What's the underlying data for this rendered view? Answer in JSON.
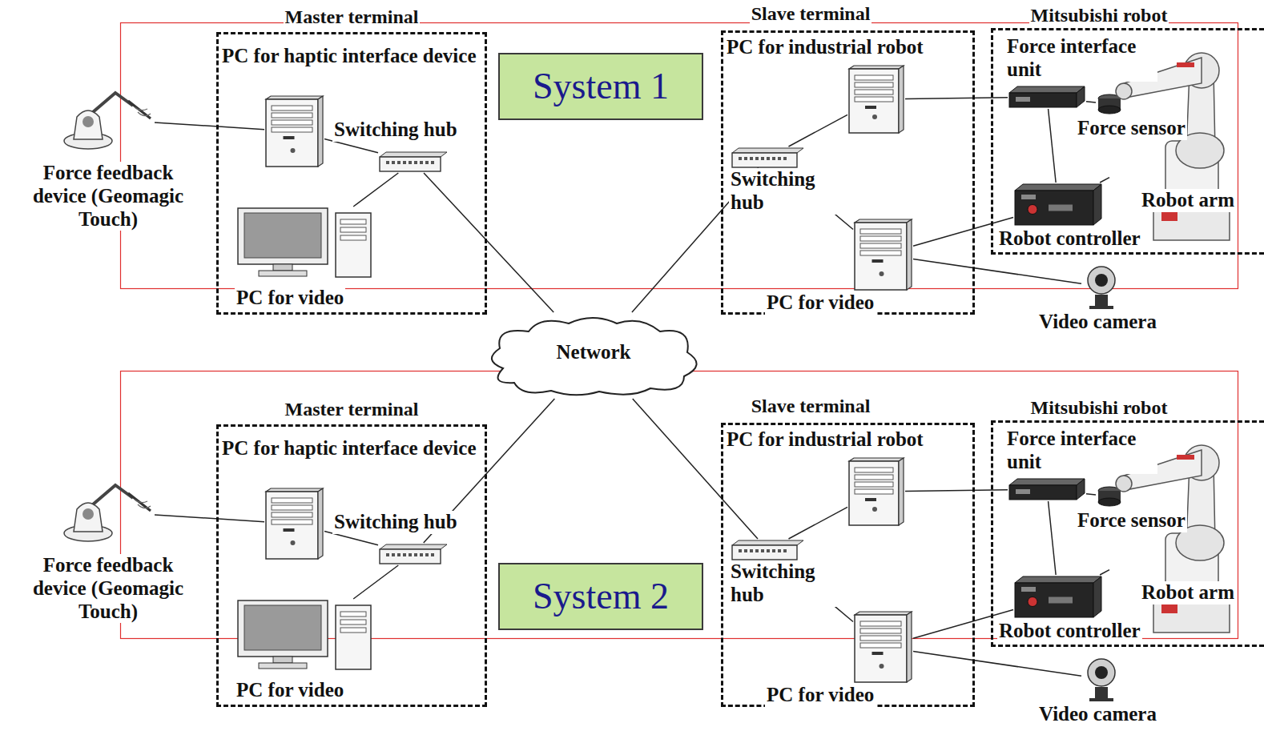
{
  "diagram": {
    "nodes": [
      {
        "text": [
          "Master terminal"
        ]
      },
      {
        "text": [
          "PC for haptic interface device"
        ],
        "in": 0
      },
      {
        "text": [
          "Switching hub"
        ],
        "in": 0
      },
      {
        "text": [
          "PC for video"
        ],
        "in": 0
      },
      {
        "text": [
          "Force feedback device (Geomagic Touch)"
        ]
      },
      {
        "text": [
          "System 1"
        ]
      },
      {
        "text": [
          "Slave terminal"
        ]
      },
      {
        "text": [
          "PC for industrial robot"
        ],
        "in": 6
      },
      {
        "text": [
          "Switching hub"
        ],
        "in": 6
      },
      {
        "text": [
          "PC for video"
        ],
        "in": 6
      },
      {
        "text": [
          "Mitsubishi robot"
        ]
      },
      {
        "text": [
          "Force interface unit"
        ],
        "in": 10
      },
      {
        "text": [
          "Force sensor"
        ],
        "in": 10
      },
      {
        "text": [
          "Robot arm"
        ],
        "in": 10
      },
      {
        "text": [
          "Robot controller"
        ],
        "in": 10
      },
      {
        "text": [
          "Video camera"
        ]
      },
      {
        "text": [
          "Network"
        ]
      },
      {
        "text": [
          "Master terminal"
        ]
      },
      {
        "text": [
          "PC for haptic interface device"
        ],
        "in": 17
      },
      {
        "text": [
          "Switching hub"
        ],
        "in": 17
      },
      {
        "text": [
          "PC for video"
        ],
        "in": 17
      },
      {
        "text": [
          "Force feedback device (Geomagic Touch)"
        ]
      },
      {
        "text": [
          "System 2"
        ]
      },
      {
        "text": [
          "Slave terminal"
        ]
      },
      {
        "text": [
          "PC for industrial robot"
        ],
        "in": 23
      },
      {
        "text": [
          "Switching hub"
        ],
        "in": 23
      },
      {
        "text": [
          "PC for video"
        ],
        "in": 23
      },
      {
        "text": [
          "Mitsubishi robot"
        ]
      },
      {
        "text": [
          "Force interface unit"
        ],
        "in": 27
      },
      {
        "text": [
          "Force sensor"
        ],
        "in": 27
      },
      {
        "text": [
          "Robot arm"
        ],
        "in": 27
      },
      {
        "text": [
          "Robot controller"
        ],
        "in": 27
      },
      {
        "text": [
          "Video camera"
        ]
      }
    ],
    "edges": [
      {
        "from": 4,
        "to": 1,
        "arrow": "none"
      },
      {
        "from": 1,
        "to": 2,
        "arrow": "none"
      },
      {
        "from": 3,
        "to": 2,
        "arrow": "none"
      },
      {
        "from": 2,
        "to": 16,
        "arrow": "none"
      },
      {
        "from": 16,
        "to": 8,
        "arrow": "to"
      },
      {
        "from": 8,
        "to": 7,
        "arrow": "none"
      },
      {
        "from": 8,
        "to": 9,
        "arrow": "none"
      },
      {
        "from": 7,
        "to": 11,
        "arrow": "none"
      },
      {
        "from": 11,
        "to": 12,
        "arrow": "none"
      },
      {
        "from": 11,
        "to": 14,
        "arrow": "none"
      },
      {
        "from": 14,
        "to": 13,
        "arrow": "none"
      },
      {
        "from": 9,
        "to": 14,
        "arrow": "none"
      },
      {
        "from": 9,
        "to": 15,
        "arrow": "none"
      },
      {
        "from": 21,
        "to": 18,
        "arrow": "none"
      },
      {
        "from": 18,
        "to": 19,
        "arrow": "none"
      },
      {
        "from": 20,
        "to": 19,
        "arrow": "none"
      },
      {
        "from": 19,
        "to": 16,
        "arrow": "none"
      },
      {
        "from": 16,
        "to": 25,
        "arrow": "none"
      },
      {
        "from": 25,
        "to": 24,
        "arrow": "none"
      },
      {
        "from": 25,
        "to": 26,
        "arrow": "none"
      },
      {
        "from": 24,
        "to": 28,
        "arrow": "none"
      },
      {
        "from": 28,
        "to": 29,
        "arrow": "none"
      },
      {
        "from": 28,
        "to": 31,
        "arrow": "none"
      },
      {
        "from": 31,
        "to": 30,
        "arrow": "none"
      },
      {
        "from": 26,
        "to": 31,
        "arrow": "none"
      },
      {
        "from": 26,
        "to": 32,
        "arrow": "none"
      }
    ]
  }
}
